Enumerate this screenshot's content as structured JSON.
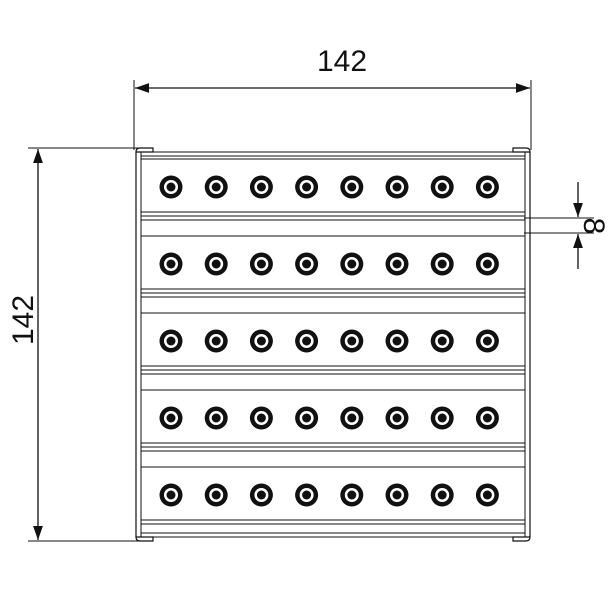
{
  "dimensions": {
    "width": "142",
    "height": "142",
    "gap": "8"
  },
  "panel": {
    "strip_count": 5,
    "holes_per_strip": 8
  },
  "colors": {
    "line": "#111111",
    "background": "#ffffff"
  }
}
